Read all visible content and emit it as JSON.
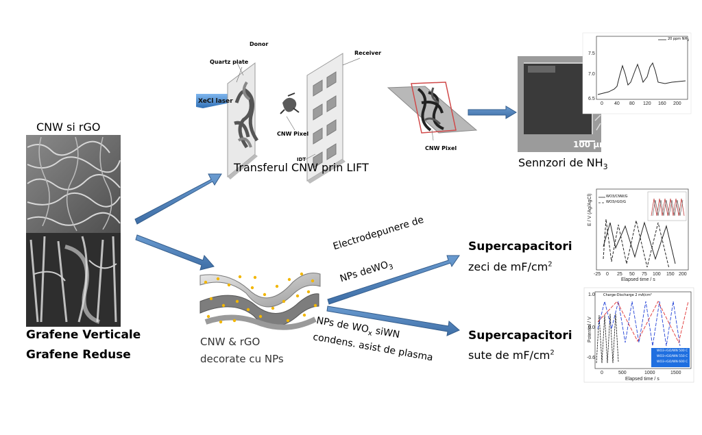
{
  "left": {
    "title": "CNW si rGO",
    "label_line1": "Grafene Verticale",
    "label_line2": "Grafene Reduse"
  },
  "lift": {
    "donor": "Donor",
    "quartz": "Quartz plate",
    "laser": "XeCl laser",
    "receiver": "Receiver",
    "pixel1": "CNW Pixel",
    "idt": "IDT",
    "pixel2": "CNW Pixel",
    "caption": "Transferul CNW prin LIFT"
  },
  "sensor": {
    "caption_main": "Sennzori de NH",
    "caption_sub": "3",
    "scale": "100 µm",
    "chart_legend": "20 ppm NH",
    "chart_legend_sub": "3"
  },
  "np": {
    "caption_line1": "CNW & rGO",
    "caption_line2": "decorate cu NPs",
    "upper_arrow_line1": "Electrodepunere de",
    "upper_arrow_line2": "NPs deWO",
    "upper_arrow_sub": "3",
    "lower_arrow_line1a": "NPs de WO",
    "lower_arrow_sub": "x",
    "lower_arrow_line1b": " siWN",
    "lower_arrow_line2": "condens. asist de plasma"
  },
  "supercap1": {
    "title": "Supercapacitori",
    "value": "zeci de mF/cm",
    "sup": "2",
    "legend1": "WO3/CNW/G",
    "legend2": "WO3/rGO/G"
  },
  "supercap2": {
    "title": "Supercapacitori",
    "value": "sute de mF/cm",
    "sup": "2",
    "chart_title": "Charge-Discharge 2 mA/cm²",
    "legend1": "WO3-rGO/WN 500 C",
    "legend2": "WO3-rGO/WN 550 C",
    "legend3": "WO3-rGO/WN 600 C"
  },
  "colors": {
    "arrow": "#4f81bd",
    "arrow_dark": "#3a6696",
    "laser": "#4a90d9",
    "np_dot": "#f0b000"
  }
}
